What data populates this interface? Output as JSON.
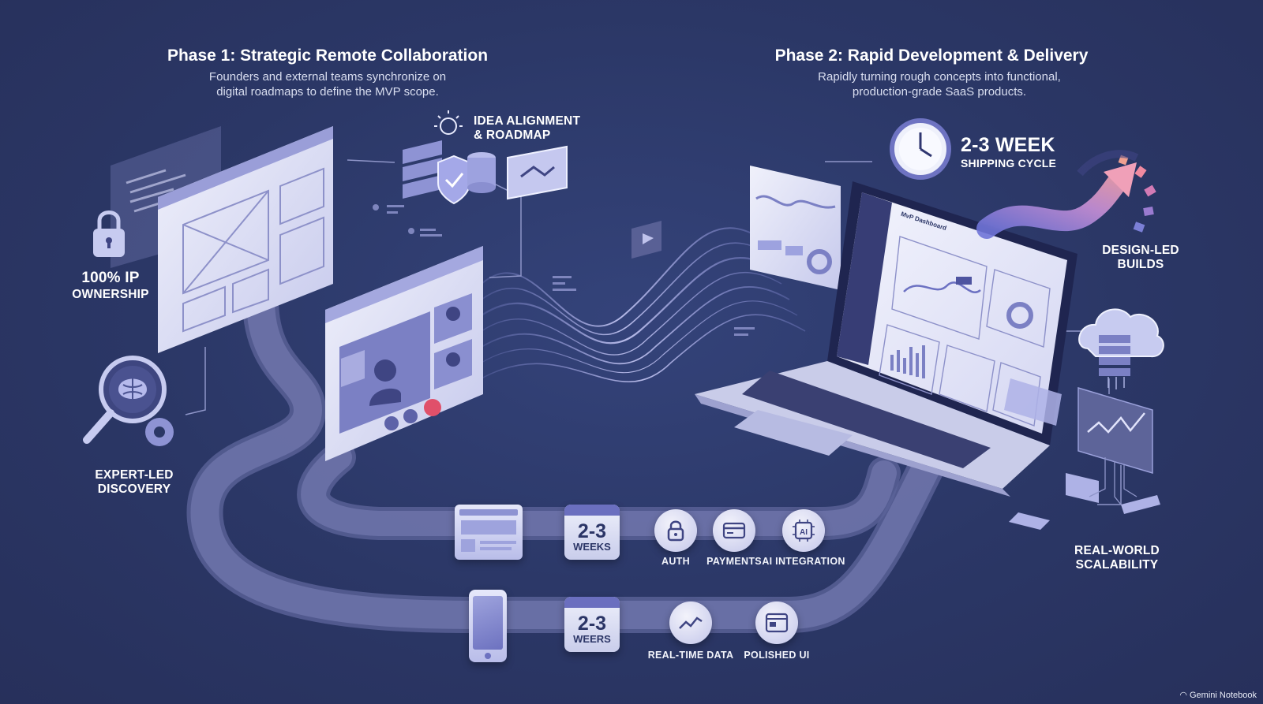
{
  "phase1": {
    "title": "Phase 1: Strategic Remote Collaboration",
    "subtitle_line1": "Founders and external teams synchronize on",
    "subtitle_line2": "digital roadmaps to define the MVP scope."
  },
  "phase2": {
    "title": "Phase 2: Rapid Development & Delivery",
    "subtitle_line1": "Rapidly turning rough concepts into functional,",
    "subtitle_line2": "production-grade SaaS products."
  },
  "labels": {
    "idea_line1": "IDEA ALIGNMENT",
    "idea_line2": "& ROADMAP",
    "ip_line1": "100% IP",
    "ip_line2": "OWNERSHIP",
    "discovery_line1": "EXPERT-LED",
    "discovery_line2": "DISCOVERY",
    "week_line1": "2-3 WEEK",
    "week_line2": "SHIPPING CYCLE",
    "design_line1": "DESIGN-LED",
    "design_line2": "BUILDS",
    "scal_line1": "REAL-WORLD",
    "scal_line2": "SCALABILITY"
  },
  "track1": {
    "calendar_num": "2-3",
    "calendar_unit": "WEEKS",
    "items": [
      {
        "label": "AUTH",
        "icon": "lock-icon"
      },
      {
        "label": "PAYMENTS",
        "icon": "credit-card-icon"
      },
      {
        "label": "AI INTEGRATION",
        "icon": "ai-chip-icon"
      }
    ]
  },
  "track2": {
    "calendar_num": "2-3",
    "calendar_unit": "WEERS",
    "items": [
      {
        "label": "REAL-TIME DATA",
        "icon": "trend-line-icon"
      },
      {
        "label": "POLISHED UI",
        "icon": "browser-window-icon"
      }
    ]
  },
  "laptop_screen": {
    "title": "MvP Dashboard"
  },
  "footer": "Gemini Notebook",
  "colors": {
    "background": "#2b3766",
    "panel": "#dfe1f6",
    "accent": "#7b7fd6",
    "track": "#6b73a8",
    "red": "#e0506a"
  }
}
